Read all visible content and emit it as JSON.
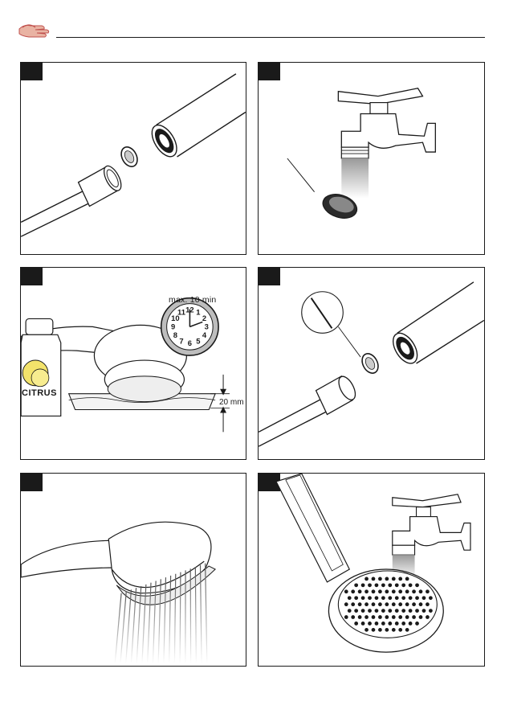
{
  "header": {
    "icon": "hand-cleaning-icon"
  },
  "panels": [
    {
      "id": 1,
      "content": "hose-and-filter-removal"
    },
    {
      "id": 2,
      "content": "tap-rinse-filter"
    },
    {
      "id": 3,
      "content": "citrus-soak",
      "clock_caption": "max. 10 min",
      "bottle_label": "CITRUS",
      "depth_label": "20 mm",
      "clock_numbers": [
        "12",
        "1",
        "2",
        "3",
        "4",
        "5",
        "6",
        "7",
        "8",
        "9",
        "10",
        "11"
      ]
    },
    {
      "id": 4,
      "content": "filter-reinstall"
    },
    {
      "id": 5,
      "content": "shower-spray"
    },
    {
      "id": 6,
      "content": "showerhead-rinse"
    }
  ]
}
